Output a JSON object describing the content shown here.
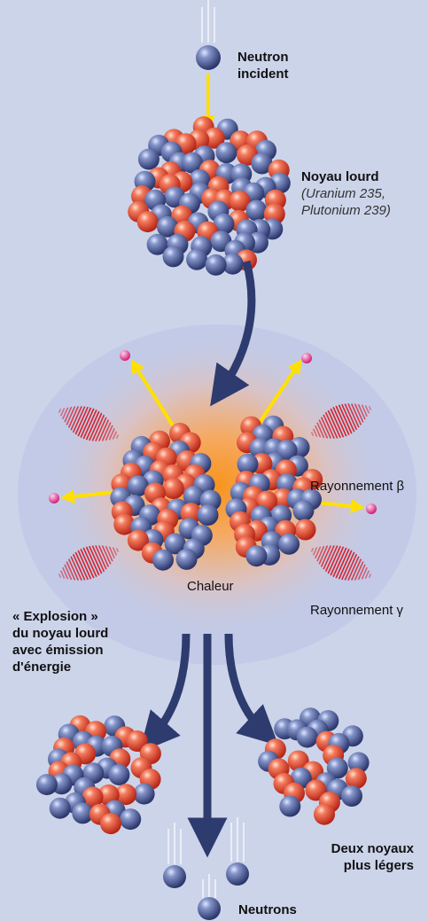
{
  "labels": {
    "neutron_incident": [
      "Neutron",
      "incident"
    ],
    "noyau_lourd_title": "Noyau lourd",
    "noyau_lourd_detail": [
      "(Uranium 235,",
      "Plutonium 239)"
    ],
    "rayonnement_beta": "Rayonnement β",
    "rayonnement_gamma": "Rayonnement γ",
    "chaleur": "Chaleur",
    "explosion": [
      "« Explosion »",
      "du noyau lourd",
      "avec émission",
      "d'énergie"
    ],
    "deux_noyaux": [
      "Deux noyaux",
      "plus légers"
    ],
    "neutrons": "Neutrons"
  },
  "colors": {
    "background": "#ccd4ea",
    "neutron": "#4a5d9c",
    "proton": "#ef5a3e",
    "flow_arrow": "#2e3b6e",
    "emission_arrow": "#ffe000",
    "beta_particle": "#e0338a",
    "gamma_wave": "#d4202c",
    "heat_glow": "#f39a2b"
  }
}
